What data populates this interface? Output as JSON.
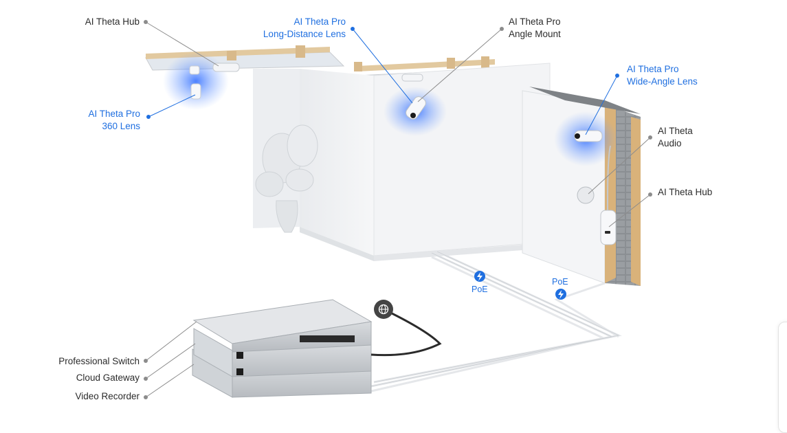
{
  "labels": {
    "hub_top": "AI Theta Hub",
    "long_distance": [
      "AI Theta Pro",
      "Long-Distance Lens"
    ],
    "angle_mount": [
      "AI Theta Pro",
      "Angle Mount"
    ],
    "wide_angle": [
      "AI Theta Pro",
      "Wide-Angle Lens"
    ],
    "lens_360": [
      "AI Theta Pro",
      "360 Lens"
    ],
    "audio": [
      "AI Theta",
      "Audio"
    ],
    "hub_right": "AI Theta Hub",
    "switch": "Professional Switch",
    "gateway": "Cloud Gateway",
    "recorder": "Video Recorder"
  },
  "poe": {
    "label_1": "PoE",
    "label_2": "PoE"
  },
  "icons": {
    "poe": "lightning-bolt-icon",
    "internet": "globe-icon"
  },
  "colors": {
    "accent": "#1f6fe0",
    "text": "#2b2b2b",
    "glow": "#2e6bff"
  }
}
